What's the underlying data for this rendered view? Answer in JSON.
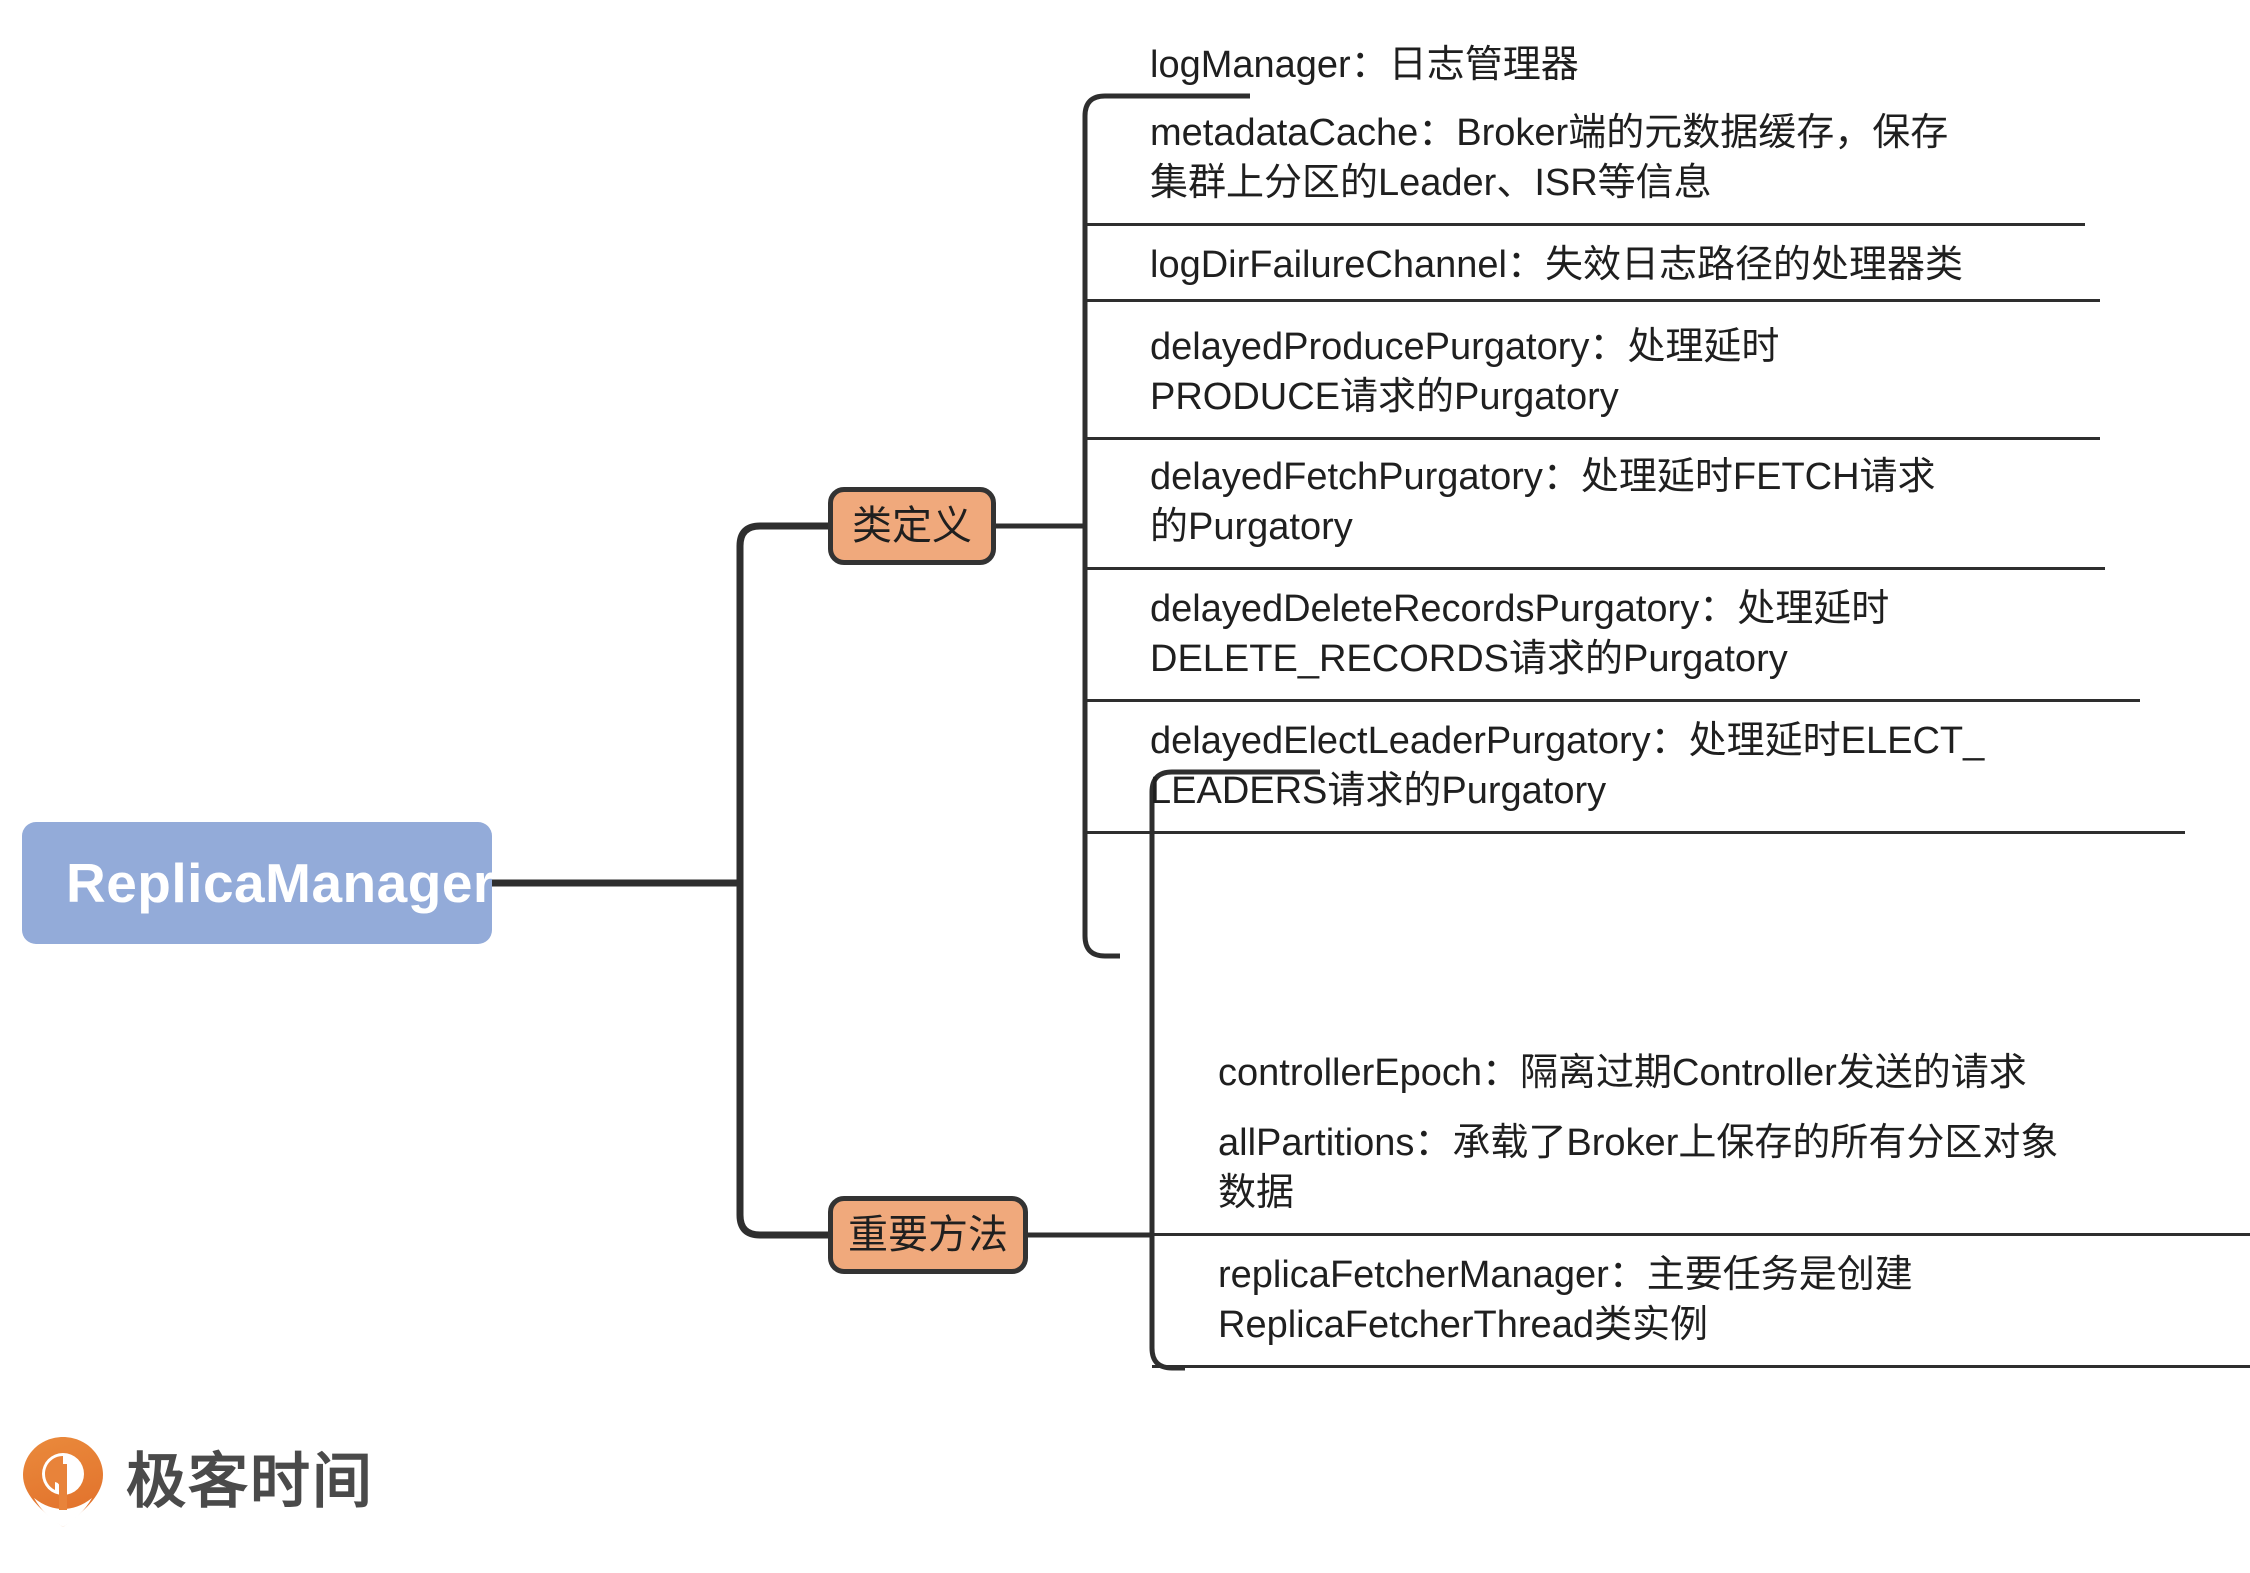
{
  "diagram": {
    "type": "mindmap",
    "root": {
      "label": "ReplicaManager",
      "fill": "#93abd9",
      "text_color": "#ffffff"
    },
    "branches": [
      {
        "label": "类定义",
        "fill": "#f0a97c",
        "border": "#333333",
        "children": [
          {
            "label": "logManager：日志管理器"
          },
          {
            "label": "metadataCache：Broker端的元数据缓存，保存\n集群上分区的Leader、ISR等信息"
          },
          {
            "label": "logDirFailureChannel：失效日志路径的处理器类"
          },
          {
            "label": "delayedProducePurgatory：处理延时\nPRODUCE请求的Purgatory"
          },
          {
            "label": "delayedFetchPurgatory：处理延时FETCH请求\n的Purgatory"
          },
          {
            "label": "delayedDeleteRecordsPurgatory：处理延时\nDELETE_RECORDS请求的Purgatory"
          },
          {
            "label": "delayedElectLeaderPurgatory：处理延时ELECT_\nLEADERS请求的Purgatory"
          }
        ]
      },
      {
        "label": "重要方法",
        "fill": "#f0a97c",
        "border": "#333333",
        "children": [
          {
            "label": "controllerEpoch：隔离过期Controller发送的请求"
          },
          {
            "label": "allPartitions：承载了Broker上保存的所有分区对象\n数据"
          },
          {
            "label": "replicaFetcherManager：主要任务是创建\nReplicaFetcherThread类实例"
          }
        ]
      }
    ]
  },
  "brand": {
    "name": "极客时间",
    "mark_color": "#e8833a"
  }
}
